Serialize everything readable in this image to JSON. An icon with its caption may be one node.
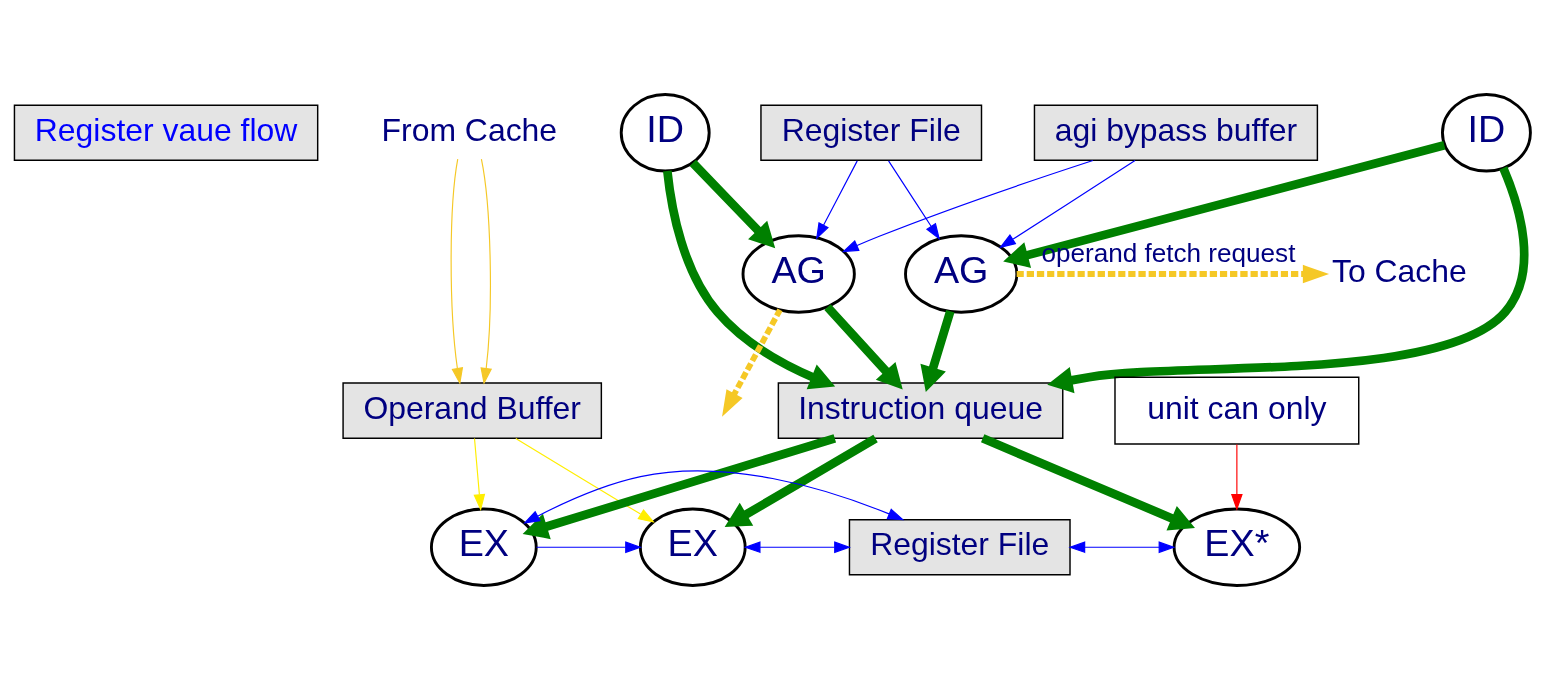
{
  "diagram": {
    "nodes": [
      {
        "text": [
          "Register vaue flow"
        ]
      },
      {
        "text": [
          "ID"
        ]
      },
      {
        "text": [
          "ID"
        ]
      },
      {
        "text": [
          "Register File"
        ]
      },
      {
        "text": [
          "agi bypass buffer"
        ]
      },
      {
        "text": [
          "AG"
        ]
      },
      {
        "text": [
          "AG"
        ]
      },
      {
        "text": [
          "To Cache"
        ]
      },
      {
        "text": [
          "From Cache"
        ]
      },
      {
        "text": [
          "Operand Buffer"
        ]
      },
      {
        "text": [
          "Instruction queue"
        ]
      },
      {
        "text": [
          "EX*"
        ]
      },
      {
        "text": [
          "EX"
        ]
      },
      {
        "text": [
          "EX"
        ]
      },
      {
        "text": [
          "Register File"
        ]
      },
      {
        "text": [
          "unit can only"
        ]
      }
    ],
    "edges": [
      {
        "from": 1,
        "to": 5,
        "arrow": "to",
        "style": "thick"
      },
      {
        "from": 1,
        "to": 10,
        "arrow": "to",
        "style": "thick"
      },
      {
        "from": 2,
        "to": 10,
        "arrow": "to",
        "style": "thick"
      },
      {
        "from": 2,
        "to": 6,
        "arrow": "to",
        "style": "thick"
      },
      {
        "from": 3,
        "to": 5,
        "arrow": "to",
        "color": "#0000ff"
      },
      {
        "from": 3,
        "to": 6,
        "arrow": "to",
        "color": "#0000ff"
      },
      {
        "from": 4,
        "to": 5,
        "arrow": "to",
        "color": "#0000ff"
      },
      {
        "from": 4,
        "to": 6,
        "arrow": "to",
        "color": "#0000ff"
      },
      {
        "from": 5,
        "to": null,
        "arrow": "to",
        "style": "dashed",
        "color": "#f5c826"
      },
      {
        "from": 6,
        "to": 7,
        "arrow": "to",
        "label": "operand fetch request",
        "style": "dashed",
        "color": "#f5c826"
      },
      {
        "from": 5,
        "to": 10,
        "arrow": "to",
        "style": "thick"
      },
      {
        "from": 6,
        "to": 10,
        "arrow": "to",
        "style": "thick"
      },
      {
        "from": 8,
        "to": 9,
        "arrow": "to",
        "color": "#f5c826"
      },
      {
        "from": 8,
        "to": 9,
        "arrow": "to",
        "color": "#f5c826"
      },
      {
        "from": 10,
        "to": 11,
        "arrow": "to",
        "style": "thick"
      },
      {
        "from": 10,
        "to": 12,
        "arrow": "to",
        "style": "thick"
      },
      {
        "from": 10,
        "to": 13,
        "arrow": "to",
        "style": "thick"
      },
      {
        "from": 9,
        "to": 12,
        "arrow": "to",
        "color": "#ffee00"
      },
      {
        "from": 9,
        "to": 13,
        "arrow": "to",
        "color": "#ffee00"
      },
      {
        "from": 14,
        "to": 11,
        "arrow": "both",
        "color": "#0000ff"
      },
      {
        "from": 12,
        "to": 14,
        "arrow": "both",
        "color": "#0000ff"
      },
      {
        "from": 12,
        "to": 13,
        "arrow": "to",
        "color": "#0000ff"
      },
      {
        "from": 13,
        "to": 14,
        "arrow": "both",
        "color": "#0000ff"
      },
      {
        "from": 15,
        "to": 11,
        "arrow": "to",
        "color": "#ff0000"
      }
    ]
  }
}
